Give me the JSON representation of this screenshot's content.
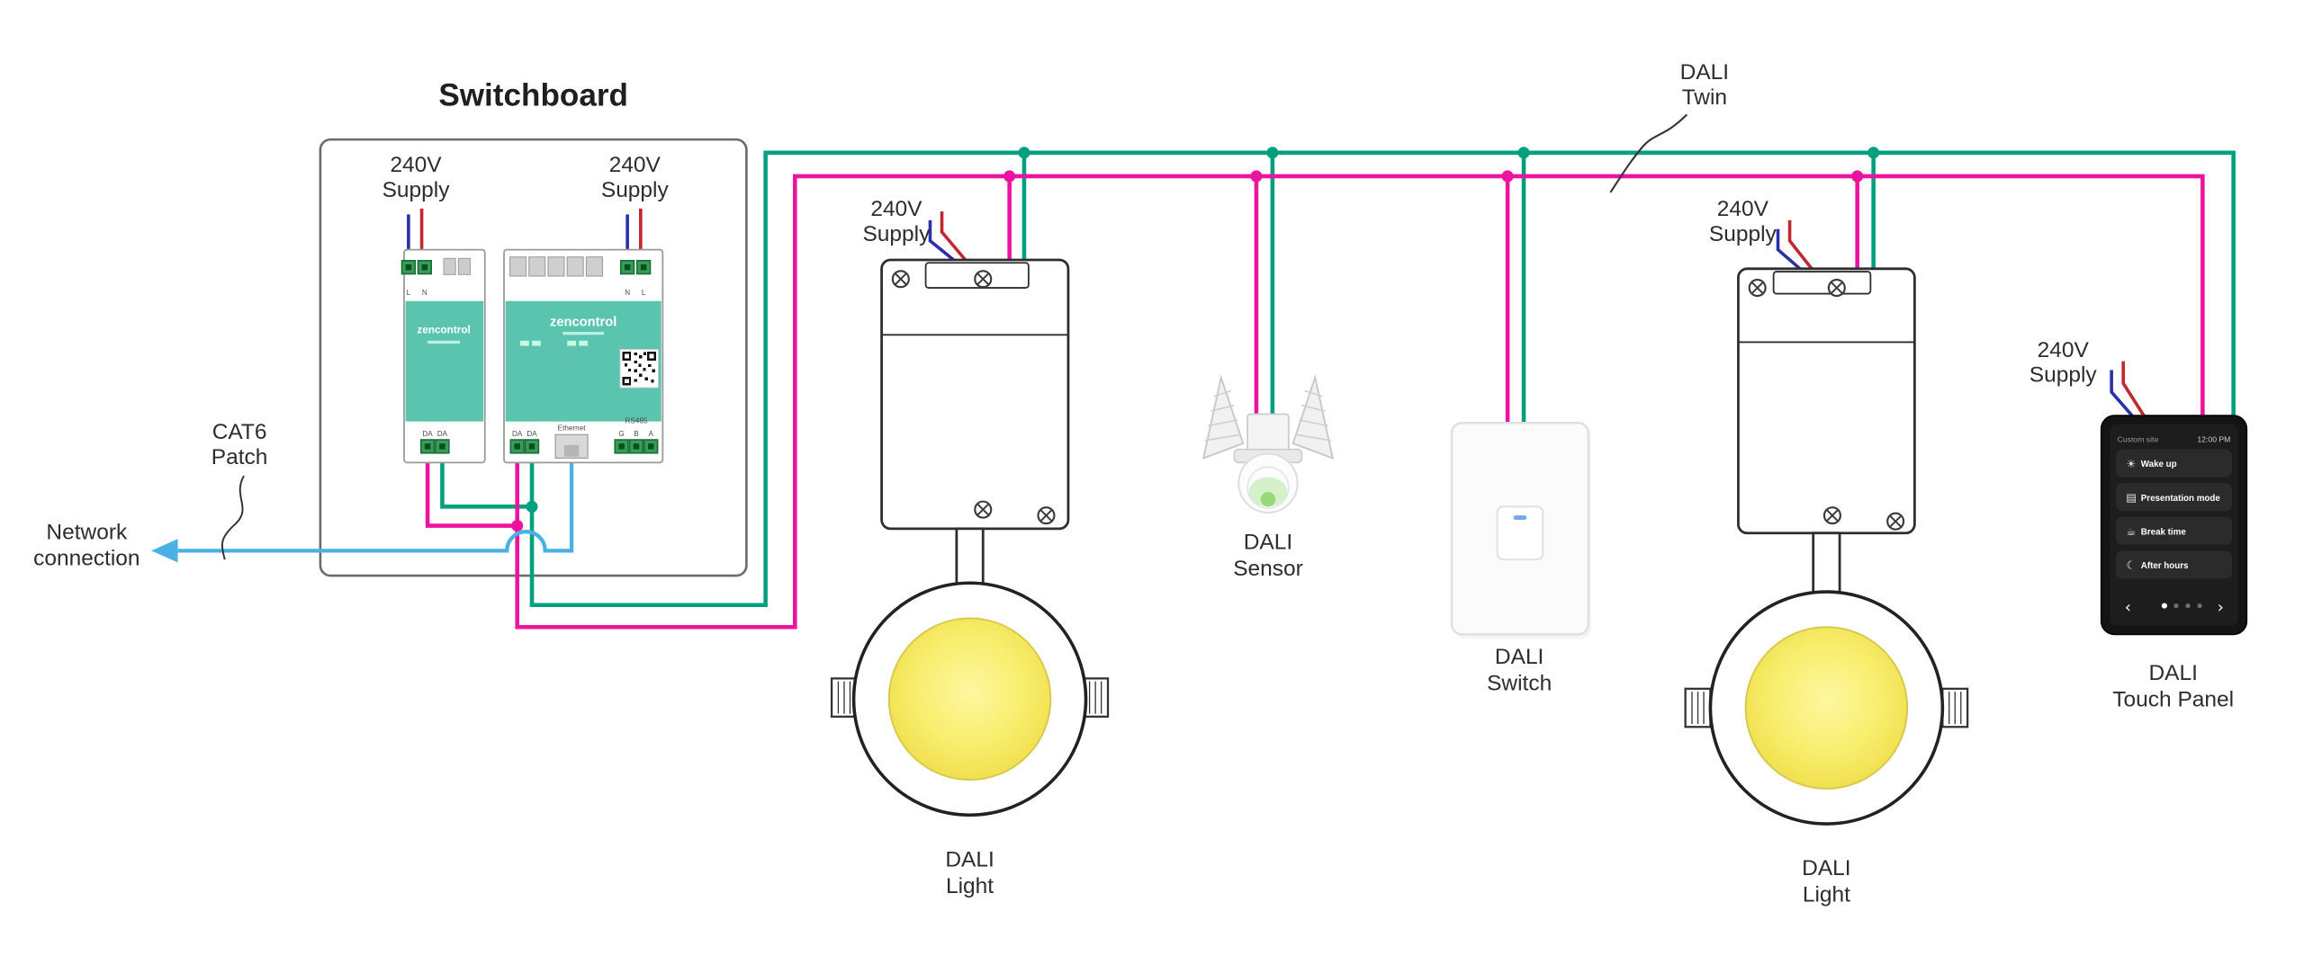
{
  "title": "Switchboard",
  "labels": {
    "supply": [
      "240V",
      "Supply"
    ],
    "cat6": [
      "CAT6",
      "Patch"
    ],
    "network": [
      "Network",
      "connection"
    ],
    "dali_twin": [
      "DALI",
      "Twin"
    ],
    "sensor": [
      "DALI",
      "Sensor"
    ],
    "switch": [
      "DALI",
      "Switch"
    ],
    "light": [
      "DALI",
      "Light"
    ],
    "touch_panel": [
      "DALI",
      "Touch Panel"
    ]
  },
  "switchboard": {
    "psu": {
      "brand": "zencontrol",
      "top_terminals": [
        "L",
        "N"
      ],
      "bottom_terminals": [
        "DA",
        "DA"
      ]
    },
    "controller": {
      "brand": "zencontrol",
      "top_terminals": [
        "N",
        "L"
      ],
      "da_terminals": [
        "DA",
        "DA"
      ],
      "ethernet_label": "Ethernet",
      "rs485_label": "RS485",
      "rs485_terminals": [
        "G",
        "B",
        "A"
      ]
    }
  },
  "touch_panel_ui": {
    "site": "Custom site",
    "time": "12:00 PM",
    "scenes": [
      {
        "icon": "☀",
        "label": "Wake up"
      },
      {
        "icon": "▤",
        "label": "Presentation mode"
      },
      {
        "icon": "☕",
        "label": "Break time"
      },
      {
        "icon": "☾",
        "label": "After hours"
      }
    ],
    "nav_prev": "‹",
    "nav_next": "›"
  },
  "colors": {
    "dali_line_1": "#00a07e",
    "dali_line_2": "#ec149e",
    "network_line": "#49b1e4",
    "live_wire": "#c2262e",
    "neutral_wire": "#2b2fa8",
    "device_body": "#5ac4af",
    "lamp_yellow": "#f6e95f"
  }
}
